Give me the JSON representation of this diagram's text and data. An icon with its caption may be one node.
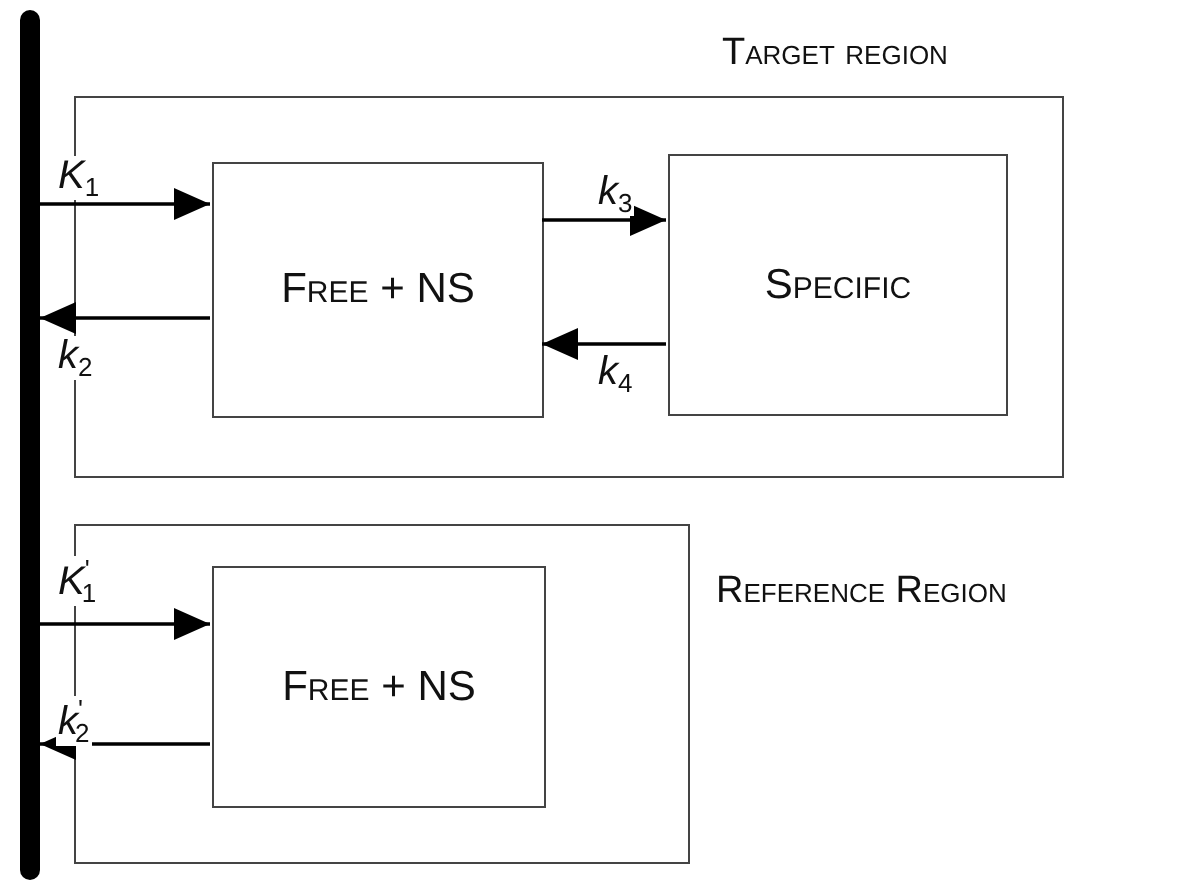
{
  "diagram": {
    "nodes": [
      {
        "text": [],
        "shape": "bar"
      },
      {
        "text": [
          "Target region"
        ]
      },
      {
        "text": [
          "Free + NS"
        ],
        "in": 1
      },
      {
        "text": [
          "Specific"
        ],
        "in": 1
      },
      {
        "text": [
          "Reference Region"
        ]
      },
      {
        "text": [
          "Free + NS"
        ],
        "in": 4
      }
    ],
    "edges": [
      {
        "from": 0,
        "to": 2,
        "arrow": "to",
        "label": "*K*$_{1}$"
      },
      {
        "from": 2,
        "to": 0,
        "arrow": "to",
        "label": "*k*$_{2}$"
      },
      {
        "from": 2,
        "to": 3,
        "arrow": "to",
        "label": "*k*$_{3}$"
      },
      {
        "from": 3,
        "to": 2,
        "arrow": "to",
        "label": "*k*$_{4}$"
      },
      {
        "from": 0,
        "to": 5,
        "arrow": "to",
        "label": "*K*$^{'}$$_{1}$"
      },
      {
        "from": 5,
        "to": 0,
        "arrow": "to",
        "label": "*k*$^{'}$$_{2}$"
      }
    ]
  }
}
